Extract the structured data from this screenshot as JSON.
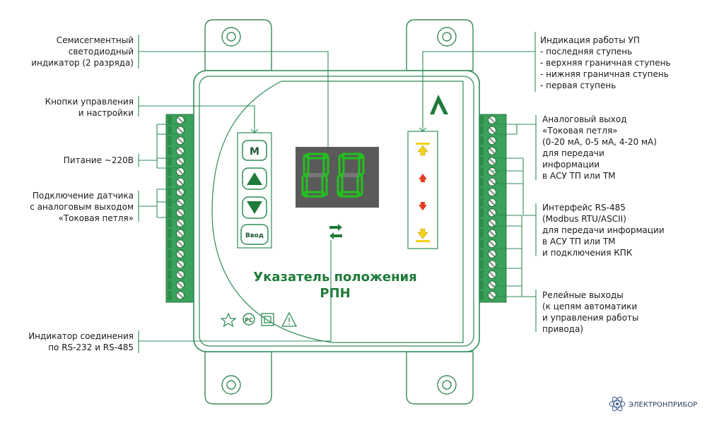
{
  "device": {
    "title_line1": "Указатель положения",
    "title_line2": "РПН",
    "display_digits": "88",
    "buttons": {
      "mode": "М",
      "enter": "Ввод"
    }
  },
  "labels_left": {
    "seven_segment": "Семисегментный\nсветодиодный\nиндикатор (2 разряда)",
    "buttons": "Кнопки управления\nи настройки",
    "power": "Питание ~220В",
    "sensor": "Подключение датчика\nс аналоговым выходом\n«Токовая петля»",
    "connection_indicator": "Индикатор соединения\nпо RS-232 и RS-485"
  },
  "labels_right": {
    "up_indication": "Индикация работы УП\n- последняя ступень\n- верхняя граничная ступень\n- нижняя граничная ступень\n- первая ступень",
    "analog_output": "Аналоговый выход\n«Токовая петля»\n(0-20 мА, 0-5 мА, 4-20 мА)\nдля передачи\nинформации\nв АСУ ТП или ТМ",
    "rs485": "Интерфейс RS-485\n(Modbus RTU/ASCII)\nдля передачи информации\nв АСУ ТП или ТМ\nи подключения КПК",
    "relay": "Релейные выходы\n(к цепям автоматики\nи управления работы\nпривода)"
  },
  "brand": {
    "name": "ЭЛЕКТРОНПРИБОР"
  },
  "colors": {
    "line_green": "#2e8b57",
    "device_green": "#1f7a3a",
    "terminal_green": "#3aa25a",
    "led_green": "#22c21e",
    "display_bg": "#5a5a5a",
    "arrow_up_red": "#e53b1f",
    "arrow_yellow": "#f2d21b"
  }
}
